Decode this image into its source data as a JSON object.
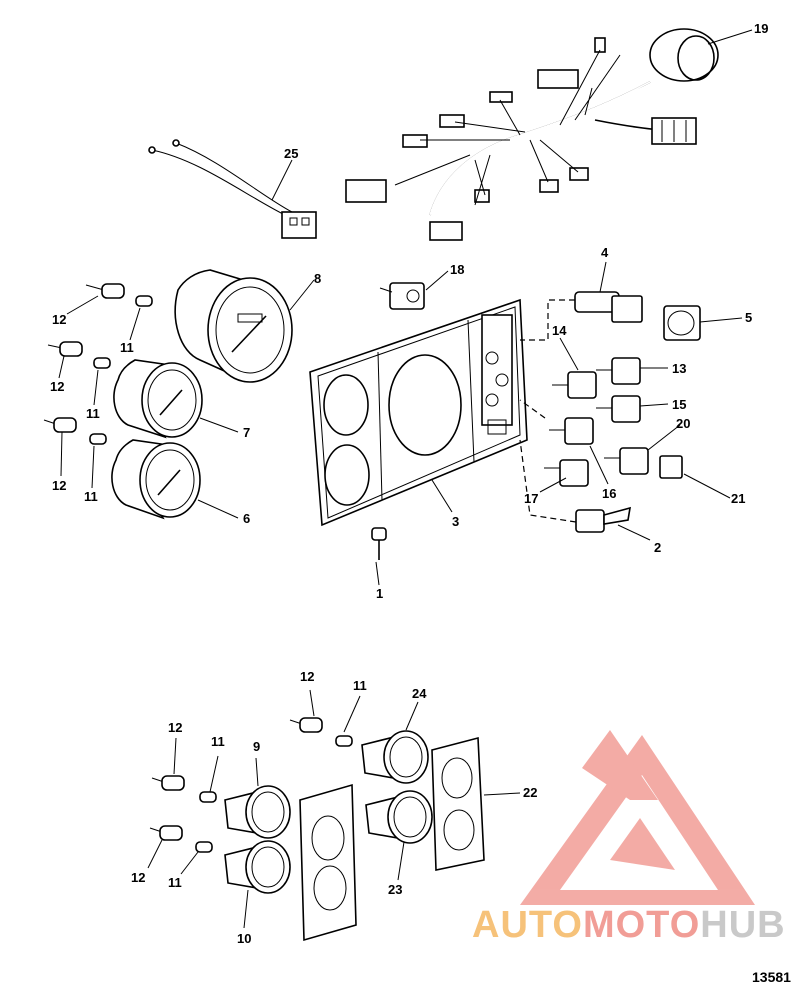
{
  "figure_number": "13581",
  "watermark": {
    "part1": "AUTO",
    "part2": "MOTO",
    "part3": "HUB",
    "color1": "#f6c27a",
    "color2": "#f19d96",
    "color3": "#c9c9c9"
  },
  "callouts": {
    "c1": "1",
    "c2": "2",
    "c3": "3",
    "c4": "4",
    "c5": "5",
    "c6": "6",
    "c7": "7",
    "c8": "8",
    "c9": "9",
    "c10": "10",
    "c11a": "11",
    "c11b": "11",
    "c11c": "11",
    "c11d": "11",
    "c11e": "11",
    "c11f": "11",
    "c12a": "12",
    "c12b": "12",
    "c12c": "12",
    "c12d": "12",
    "c12e": "12",
    "c12f": "12",
    "c13": "13",
    "c14": "14",
    "c15": "15",
    "c16": "16",
    "c17": "17",
    "c18": "18",
    "c19": "19",
    "c20": "20",
    "c21": "21",
    "c22": "22",
    "c23": "23",
    "c24": "24",
    "c25": "25"
  }
}
